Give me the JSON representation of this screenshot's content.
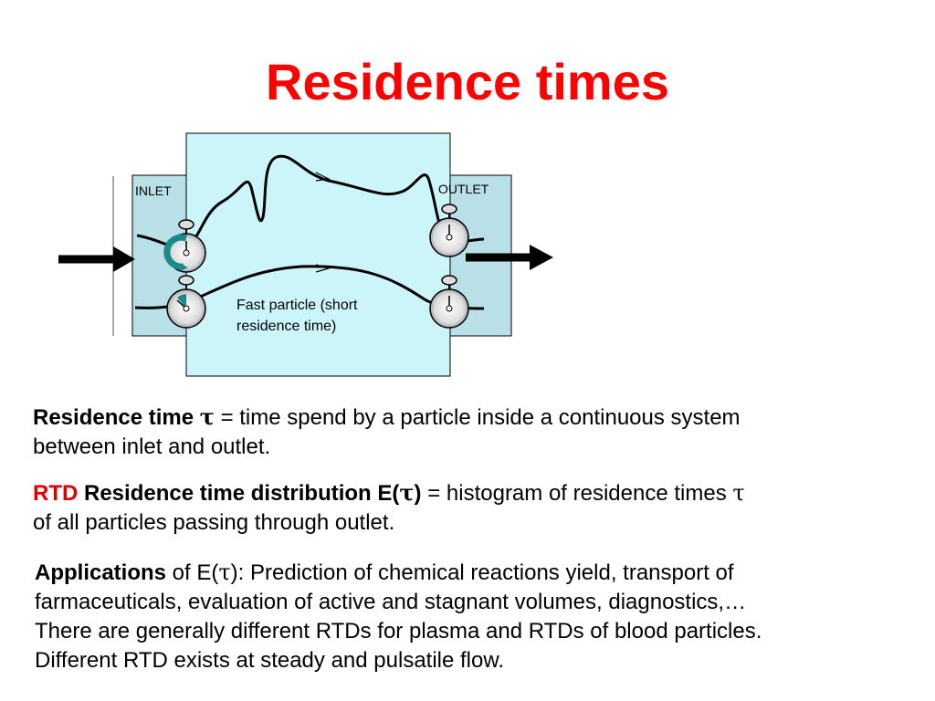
{
  "title": "Residence times",
  "diagram": {
    "inlet_label": "INLET",
    "outlet_label": "OUTLET",
    "fast_particle_label_line1": "Fast particle (short",
    "fast_particle_label_line2": "residence time)",
    "colors": {
      "tank": "#ccf5fa",
      "pipe": "#b8e0e6",
      "timer_hand": "#1a8a8a",
      "arrow": "#000000"
    },
    "icons": [
      "stopwatch-icon",
      "flow-arrow-icon"
    ]
  },
  "p1": {
    "term": "Residence time",
    "symbol": "τ",
    "text1": " = time spend by a particle inside a continuous system",
    "text2": "between inlet and outlet."
  },
  "p2": {
    "abbr": "RTD",
    "term": "Residence time distribution E(",
    "symbol": "τ",
    "term_end": ")",
    "text1": " = histogram of residence times ",
    "symbol2": "τ",
    "text2": "of all particles passing through outlet."
  },
  "p3": {
    "term": "Applications",
    "pre": " of E(",
    "symbol": "τ",
    "post": "): Prediction of chemical reactions yield, transport of",
    "line2": "farmaceuticals, evaluation of active and stagnant volumes, diagnostics,…",
    "line3": "There are generally different RTDs for plasma and RTDs of blood particles.",
    "line4": "Different RTD exists at steady and pulsatile flow."
  }
}
